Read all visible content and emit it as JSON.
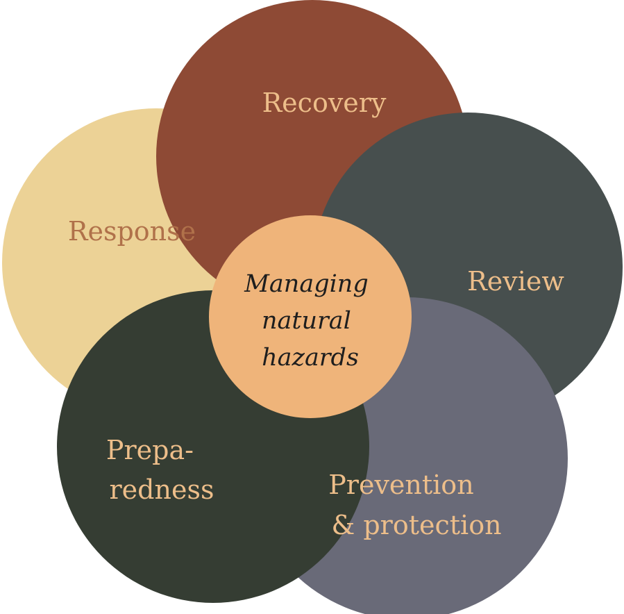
{
  "diagram": {
    "center": {
      "lines": [
        "Managing",
        "natural",
        "hazards"
      ],
      "fill": "#EFB47A",
      "text_color": "#1E1E1E"
    },
    "phases": {
      "recovery": {
        "lines": [
          "Recovery"
        ],
        "fill": "#8E4A35",
        "text_color": "#EDBE8A"
      },
      "review": {
        "lines": [
          "Review"
        ],
        "fill": "#474F4E",
        "text_color": "#EDBE8A"
      },
      "prevention": {
        "lines": [
          "Prevention",
          "& protection"
        ],
        "fill": "#696A78",
        "text_color": "#EDBE8A"
      },
      "preparedness": {
        "lines": [
          "Prepa-",
          "redness"
        ],
        "fill": "#353D33",
        "text_color": "#EDBE8A"
      },
      "response": {
        "lines": [
          "Response"
        ],
        "fill": "#ECD296",
        "text_color": "#B0714A"
      }
    }
  }
}
